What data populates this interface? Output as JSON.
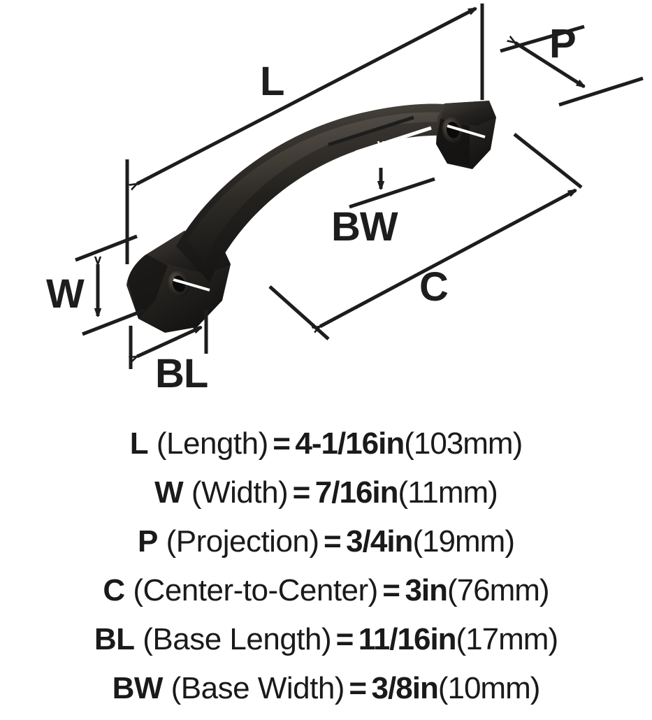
{
  "product": {
    "type": "cabinet pull handle",
    "finish_color": "#2a2724",
    "background_color": "#ffffff",
    "line_color": "#1d1d1d"
  },
  "drawing": {
    "callouts": [
      {
        "key": "L",
        "label": "L",
        "name": "length-callout"
      },
      {
        "key": "P",
        "label": "P",
        "name": "projection-callout"
      },
      {
        "key": "W",
        "label": "W",
        "name": "width-callout"
      },
      {
        "key": "BL",
        "label": "BL",
        "name": "base-length-callout"
      },
      {
        "key": "BW",
        "label": "BW",
        "name": "base-width-callout"
      },
      {
        "key": "C",
        "label": "C",
        "name": "center-to-center-callout"
      }
    ]
  },
  "specs": [
    {
      "code": "L",
      "desc": " (Length)",
      "eq": "=",
      "imperial": "4-1/16in",
      "metric": "(103mm)"
    },
    {
      "code": "W",
      "desc": " (Width)",
      "eq": "=",
      "imperial": "7/16in",
      "metric": "(11mm)"
    },
    {
      "code": "P",
      "desc": " (Projection)",
      "eq": "=",
      "imperial": "3/4in",
      "metric": "(19mm)"
    },
    {
      "code": "C",
      "desc": " (Center-to-Center)",
      "eq": "=",
      "imperial": "3in",
      "metric": "(76mm)"
    },
    {
      "code": "BL",
      "desc": " (Base Length)",
      "eq": "=",
      "imperial": "11/16in",
      "metric": "(17mm)"
    },
    {
      "code": "BW",
      "desc": " (Base Width)",
      "eq": "=",
      "imperial": "3/8in",
      "metric": "(10mm)"
    }
  ]
}
